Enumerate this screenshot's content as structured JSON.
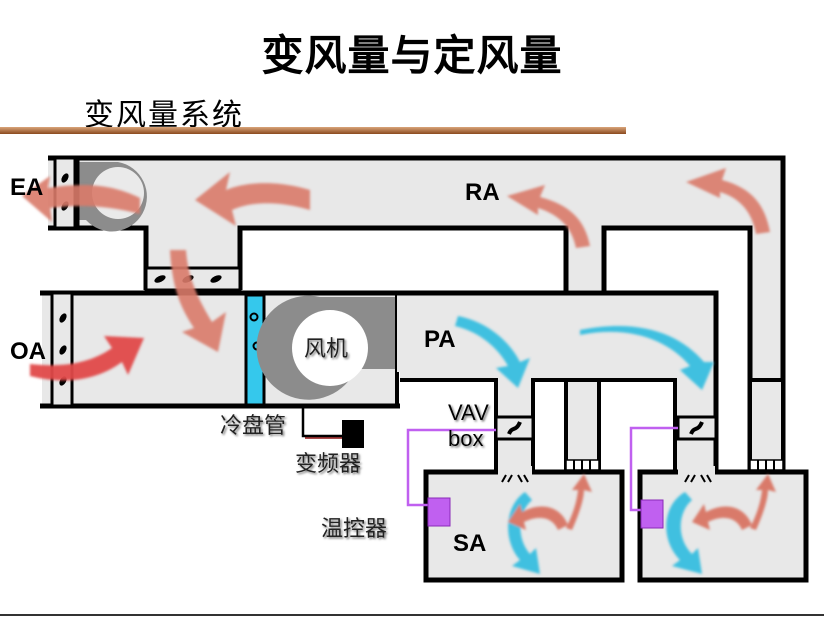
{
  "slide": {
    "title": "变风量与定风量",
    "subtitle": "变风量系统"
  },
  "diagram": {
    "labels": {
      "exhaust_air": "EA",
      "return_air": "RA",
      "outdoor_air": "OA",
      "primary_air": "PA",
      "supply_air": "SA",
      "fan": "风机",
      "cooling_coil": "冷盘管",
      "vfd": "变频器",
      "vav_line1": "VAV",
      "vav_line2": "box",
      "thermostat": "温控器"
    },
    "colors": {
      "duct_fill": "#e8e8e8",
      "duct_stroke": "#000000",
      "warm_arrow": "#d97a6a",
      "oa_arrow": "#e04848",
      "cool_arrow": "#3fc0e0",
      "coil": "#35c8ec",
      "fan_housing": "#8c8c8c",
      "thermostat": "#c060f0",
      "rule": "#a8622e"
    }
  }
}
